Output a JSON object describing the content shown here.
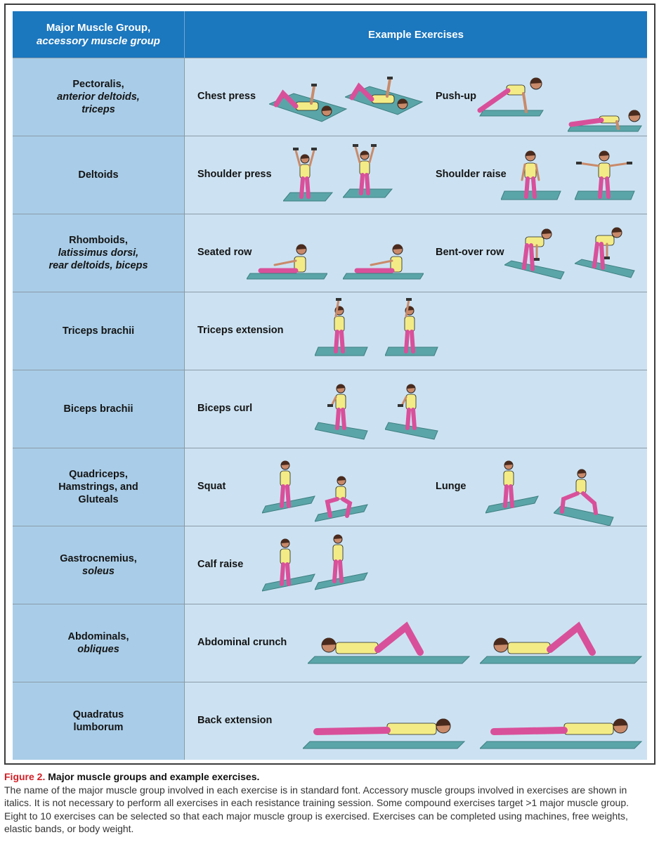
{
  "header": {
    "col1_main": "Major Muscle Group,",
    "col1_accessory": "accessory muscle group",
    "col2": "Example Exercises"
  },
  "rows": [
    {
      "group": "Pectoralis,",
      "accessory": [
        "anterior deltoids,",
        "triceps"
      ],
      "ex1": "Chest press",
      "ex2": "Push-up"
    },
    {
      "group": "Deltoids",
      "accessory": [],
      "ex1": "Shoulder press",
      "ex2": "Shoulder raise"
    },
    {
      "group": "Rhomboids,",
      "accessory": [
        "latissimus dorsi,",
        "rear deltoids, biceps"
      ],
      "ex1": "Seated row",
      "ex2": "Bent-over row"
    },
    {
      "group": "Triceps brachii",
      "accessory": [],
      "ex1": "Triceps extension",
      "ex2": ""
    },
    {
      "group": "Biceps brachii",
      "accessory": [],
      "ex1": "Biceps curl",
      "ex2": ""
    },
    {
      "group": "Quadriceps,",
      "group_extra": [
        "Hamstrings, and",
        "Gluteals"
      ],
      "accessory": [],
      "ex1": "Squat",
      "ex2": "Lunge"
    },
    {
      "group": "Gastrocnemius,",
      "accessory": [
        "soleus"
      ],
      "ex1": "Calf raise",
      "ex2": ""
    },
    {
      "group": "Abdominals,",
      "accessory": [
        "obliques"
      ],
      "ex1": "Abdominal crunch",
      "ex2": ""
    },
    {
      "group": "Quadratus",
      "group_extra": [
        "lumborum"
      ],
      "accessory": [],
      "ex1": "Back extension",
      "ex2": ""
    }
  ],
  "caption": {
    "label": "Figure 2.",
    "title": "Major muscle groups and example exercises.",
    "body": "The name of the major muscle group involved in each exercise is in standard font. Accessory muscle groups involved in exercises are shown in italics. It is not necessary to perform all exercises in each resistance training session. Some compound exercises target >1 major muscle group. Eight to 10 exercises can be selected so that each major muscle group is exercised. Exercises can be completed using machines, free weights, elastic bands, or body weight."
  },
  "colors": {
    "header_bg": "#1b77be",
    "group_cell_bg": "#a9cde8",
    "exercise_cell_bg": "#cce2f2",
    "mat": "#5aa5a8",
    "shirt": "#f3ec86",
    "pants": "#d9509a",
    "skin": "#c98a6a",
    "hair": "#4a2a1c",
    "caption_label": "#d21f26"
  },
  "illustrations": {
    "row0": [
      "supine-chest-press-figure",
      "supine-chest-press-figure",
      "plank-figure",
      "push-up-low-figure"
    ],
    "row1": [
      "standing-arms-up-figure",
      "standing-arms-up-figure",
      "standing-arms-down-figure",
      "standing-arms-out-figure"
    ],
    "row2": [
      "seated-row-figure",
      "seated-row-figure",
      "bent-over-row-figure",
      "bent-over-row-figure"
    ],
    "row3": [
      "overhead-extension-figure",
      "overhead-extension-figure"
    ],
    "row4": [
      "biceps-curl-figure",
      "biceps-curl-figure"
    ],
    "row5": [
      "standing-figure",
      "squat-figure",
      "standing-figure",
      "lunge-figure"
    ],
    "row6": [
      "standing-figure",
      "calf-raise-figure"
    ],
    "row7": [
      "crunch-figure",
      "crunch-figure"
    ],
    "row8": [
      "prone-figure",
      "prone-figure"
    ]
  }
}
